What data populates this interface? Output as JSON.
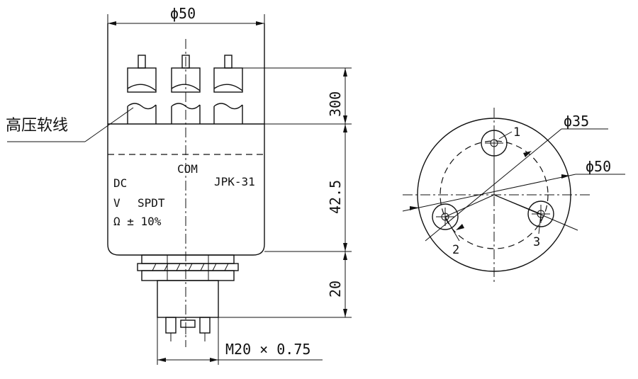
{
  "side_view": {
    "diameter_top": "ϕ50",
    "dim_lead_height": "300",
    "dim_body_height": "42.5",
    "dim_base_height": "20",
    "thread_spec": "M20 × 0.75",
    "leader_label": "高压软线",
    "label_com": "COM",
    "label_model": "JPK-31",
    "label_dc": "DC",
    "label_v": "V",
    "label_spdt": "SPDT",
    "label_tolerance": "Ω ± 10%"
  },
  "top_view": {
    "pcd_diameter": "ϕ35",
    "outer_diameter": "ϕ50",
    "terminal_1": "1",
    "terminal_2": "2",
    "terminal_3": "3"
  }
}
